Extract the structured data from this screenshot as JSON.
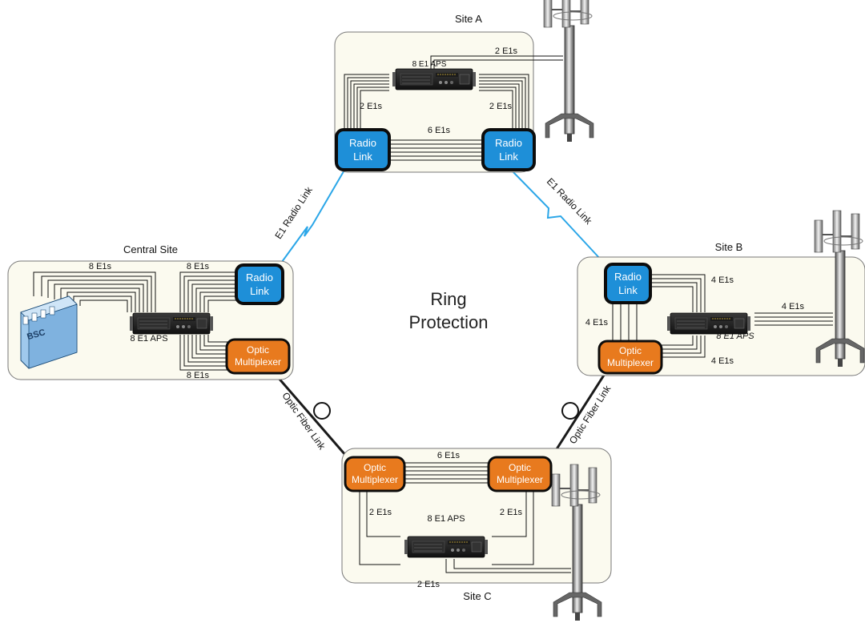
{
  "center": {
    "line1": "Ring",
    "line2": "Protection"
  },
  "sites": {
    "a": {
      "title": "Site A",
      "mux": "8 E1 APS"
    },
    "b": {
      "title": "Site B",
      "mux": "8 E1 APS"
    },
    "c": {
      "title": "Site C",
      "mux": "8 E1 APS"
    },
    "central": {
      "title": "Central Site",
      "mux": "8 E1 APS",
      "bsc": "BSC"
    }
  },
  "devices": {
    "radio_line1": "Radio",
    "radio_line2": "Link",
    "optic_line1": "Optic",
    "optic_line2": "Multiplexer"
  },
  "links": {
    "radio": "E1 Radio Link",
    "fiber": "Optic Fiber Link"
  },
  "labels": {
    "e1_2": "2 E1s",
    "e1_4": "4 E1s",
    "e1_6": "6 E1s",
    "e1_8": "8 E1s"
  },
  "colors": {
    "panel_fill": "#fbfaef",
    "radio_fill": "#1e8fd8",
    "optic_fill": "#e87a1e",
    "radio_link": "#2aa6e8",
    "fiber_link": "#1a1a1a"
  }
}
